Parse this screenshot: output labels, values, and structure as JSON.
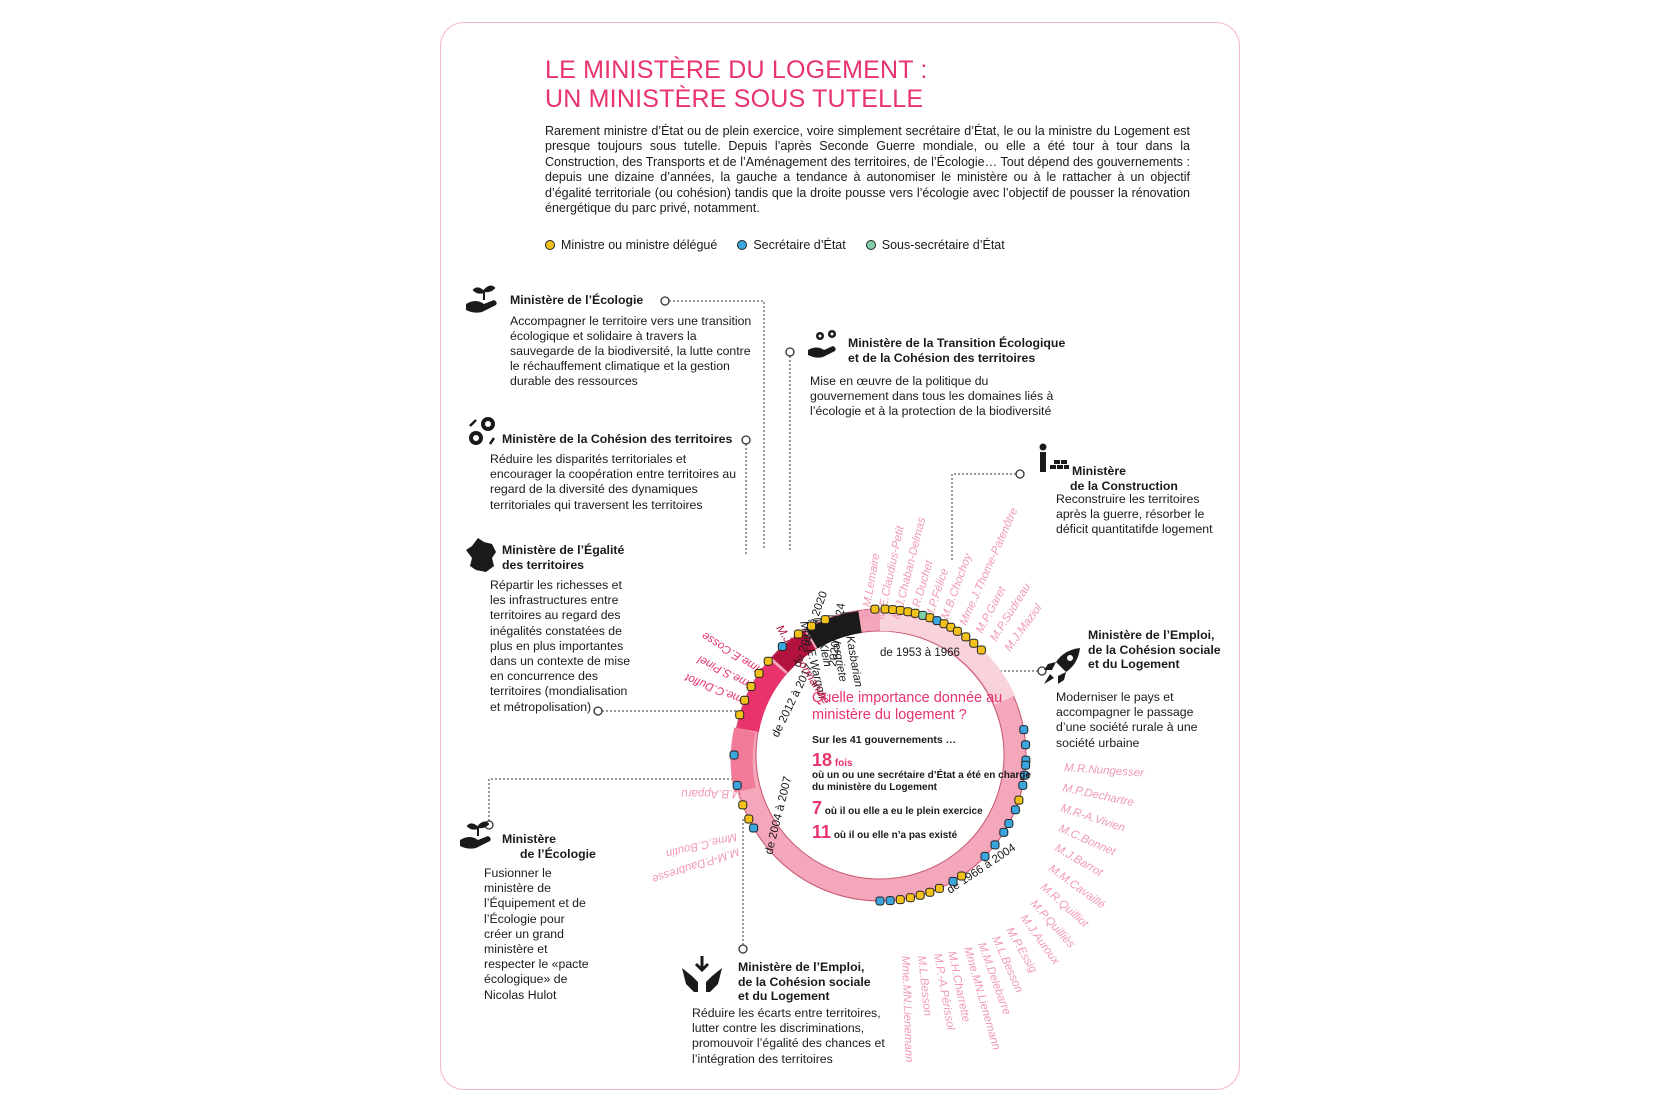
{
  "title": {
    "line1": "LE MINISTÈRE DU LOGEMENT :",
    "line2": "UN MINISTÈRE SOUS TUTELLE"
  },
  "intro": "Rarement ministre d’État ou de plein exercice, voire simplement secrétaire d’État, le ou la ministre du Logement est presque toujours sous tutelle. Depuis l’après Seconde Guerre mondiale, ou elle a été tour à tour dans la Construction, des Transports et de l’Aménagement des territoires, de l’Écologie… Tout dépend des gouvernements : depuis une dizaine d’années, la gauche a tendance à autonomiser le ministère ou à le rattacher à un objectif d’égalité territoriale (ou cohésion) tandis que la droite pousse vers l’écologie avec l’objectif de pousser la rénovation énergétique du parc privé, notamment.",
  "legend": [
    {
      "label": "Ministre ou ministre délégué",
      "color": "#f2c21b"
    },
    {
      "label": "Secrétaire d’État",
      "color": "#3aa6dd"
    },
    {
      "label": "Sous-secrétaire d’État",
      "color": "#7fd0a8"
    }
  ],
  "ministries": {
    "ecologie1": {
      "title": "Ministère de l’Écologie",
      "desc": "Accompagner le territoire vers une transition écologique et solidaire à travers la sauvegarde de la biodiversité, la lutte contre le réchauffement climatique et la gestion durable des ressources"
    },
    "transition": {
      "title1": "Ministère de la Transition Écologique",
      "title2": "et de la Cohésion des territoires",
      "desc": "Mise en œuvre de la politique du gouvernement dans tous les domaines liés à l’écologie et à la protection de la biodiversité"
    },
    "cohesion": {
      "title": "Ministère de la Cohésion des territoires",
      "desc": "Réduire les disparités territoriales et encourager la coopération entre territoires au regard de la diversité des dynamiques territoriales qui traversent les territoires"
    },
    "construction": {
      "title1": "Ministère",
      "title2": "de la Construction",
      "desc": "Reconstruire les territoires après la guerre, résorber le déficit quantitatifde logement"
    },
    "egalite": {
      "title1": "Ministère de l’Égalité",
      "title2": "des territoires",
      "desc": "Répartir les richesses et les infrastructures entre territoires au regard des inégalités constatées de plus en plus importantes dans un contexte de mise en concurrence des territoires (mondialisation et métropolisation)"
    },
    "emploi1": {
      "title1": "Ministère de l’Emploi,",
      "title2": "de la Cohésion sociale",
      "title3": "et du Logement",
      "desc": "Moderniser le pays et accompagner le passage d’une société rurale à une société urbaine"
    },
    "ecologie2": {
      "title1": "Ministère",
      "title2": "de l’Écologie",
      "desc": "Fusionner le ministère de l’Équipement et de l’Écologie pour créer un grand ministère et respecter le «pacte écologique» de Nicolas Hulot"
    },
    "emploi2": {
      "title1": "Ministère de l’Emploi,",
      "title2": "de la Cohésion sociale",
      "title3": "et du Logement",
      "desc": "Réduire les écarts entre territoires, lutter contre les discriminations, promouvoir l’égalité des chances et l’intégration des territoires"
    }
  },
  "center": {
    "question": "Quelle importance donnée au ministère du logement ?",
    "subtitle": "Sur les 41 gouvernements …",
    "stats": [
      {
        "num": "18",
        "unit": "fois",
        "text": "où un ou une secrétaire d’État a été en charge du ministère du Logement"
      },
      {
        "num": "7",
        "unit": "",
        "text": "où il ou elle a eu le plein exercice"
      },
      {
        "num": "11",
        "unit": "",
        "text": "où il ou elle n’a pas existé"
      }
    ]
  },
  "periods": [
    {
      "label": "de 1953 à 1966"
    },
    {
      "label": "de 1966 à 2004"
    },
    {
      "label": "de 2004 à 2007"
    },
    {
      "label": "de 2012 à 2017"
    },
    {
      "label": "de 2017 à 2020"
    },
    {
      "label": "2020 à 2024"
    }
  ],
  "names": {
    "top": [
      "M.M.Lemaire",
      "M.E.Claudius-Petit",
      "M.J.Chaban-Delmas",
      "M.R.Duchet",
      "M.P.Félice",
      "M.B.Chochoy",
      "Mme.J.Thome-Patenôtre",
      "M.P.Garet",
      "M.P.Sudreau",
      "M.J.Maziol"
    ],
    "right": [
      "M.R.Nungesser",
      "M.P.Dechartre",
      "M.R-A.Vivien",
      "M.C.Bonnet",
      "M.J.Barrot",
      "M.M.Cavaillé",
      "M.R.Quilliot",
      "M.P.Quilliès",
      "M.J.Auroux",
      "M.P.Essig",
      "M.L.Besson",
      "M.M.Delebarre",
      "Mme.MN.Lienemann"
    ],
    "bottom": [
      "M.H.Charrette",
      "M.P.-A.Périssol",
      "M.L.Besson",
      "Mme.MN.Lienemann"
    ],
    "recent": [
      "M.G.Kasbarian",
      "M.P.Vergriete",
      "M.O.Klein",
      "Mme.E.Wargon",
      "M.J.Denormandie"
    ],
    "left": [
      "Mme.E.Cosse",
      "Mme.S.Pinel",
      "Mme.C.Duflot",
      "M.B.Apparu",
      "Mme.C.Boutin",
      "M.M-P.Daubresse"
    ]
  }
}
